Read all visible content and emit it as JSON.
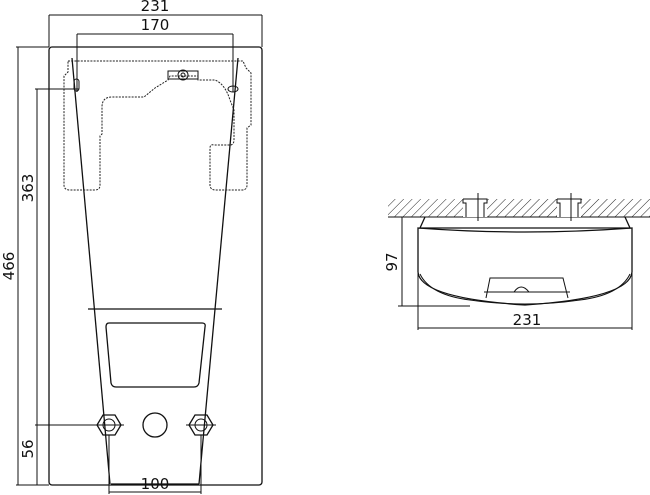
{
  "drawing": {
    "type": "technical dimension drawing",
    "views": [
      "front-view",
      "side-view"
    ],
    "units": "mm"
  },
  "front_view": {
    "dimensions": {
      "overall_width": "231",
      "mounting_hole_spacing": "170",
      "overall_height": "466",
      "mounting_hole_height": "363",
      "connection_height": "56",
      "connection_spacing": "100"
    }
  },
  "side_view": {
    "dimensions": {
      "depth": "97",
      "width": "231"
    }
  },
  "colors": {
    "line": "#111111",
    "background": "#ffffff"
  }
}
